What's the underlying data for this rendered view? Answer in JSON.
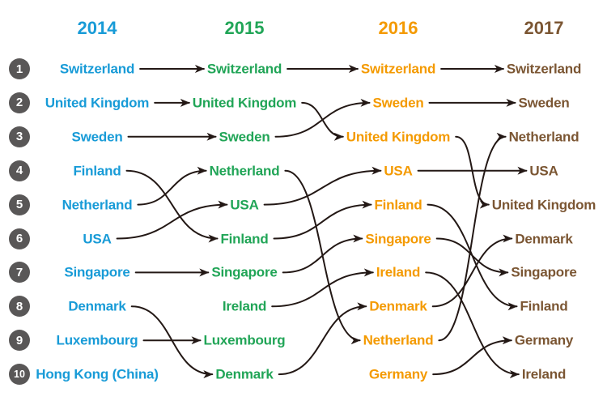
{
  "chart_data": {
    "type": "rank-flow-bump",
    "description": "Top 10 country ranking by year with arrows showing rank changes",
    "arrow_color": "#231815",
    "badge_color": "#595757",
    "badge_text_color": "#ffffff",
    "ranks": [
      "1",
      "2",
      "3",
      "4",
      "5",
      "6",
      "7",
      "8",
      "9",
      "10"
    ],
    "columns": [
      {
        "year": "2014",
        "color": "#189bd7",
        "items": [
          "Switzerland",
          "United Kingdom",
          "Sweden",
          "Finland",
          "Netherland",
          "USA",
          "Singapore",
          "Denmark",
          "Luxembourg",
          "Hong Kong (China)"
        ]
      },
      {
        "year": "2015",
        "color": "#21a557",
        "items": [
          "Switzerland",
          "United Kingdom",
          "Sweden",
          "Netherland",
          "USA",
          "Finland",
          "Singapore",
          "Ireland",
          "Luxembourg",
          "Denmark"
        ]
      },
      {
        "year": "2016",
        "color": "#f49a00",
        "items": [
          "Switzerland",
          "Sweden",
          "United Kingdom",
          "USA",
          "Finland",
          "Singapore",
          "Ireland",
          "Denmark",
          "Netherland",
          "Germany"
        ]
      },
      {
        "year": "2017",
        "color": "#7b5633",
        "items": [
          "Switzerland",
          "Sweden",
          "Netherland",
          "USA",
          "United Kingdom",
          "Denmark",
          "Singapore",
          "Finland",
          "Germany",
          "Ireland"
        ]
      }
    ],
    "transitions": [
      {
        "from_col": 0,
        "to_col": 1,
        "links": [
          [
            1,
            1
          ],
          [
            2,
            2
          ],
          [
            3,
            3
          ],
          [
            4,
            6
          ],
          [
            5,
            4
          ],
          [
            6,
            5
          ],
          [
            7,
            7
          ],
          [
            8,
            10
          ],
          [
            9,
            9
          ]
        ]
      },
      {
        "from_col": 1,
        "to_col": 2,
        "links": [
          [
            1,
            1
          ],
          [
            2,
            3
          ],
          [
            3,
            2
          ],
          [
            4,
            9
          ],
          [
            5,
            4
          ],
          [
            6,
            5
          ],
          [
            7,
            6
          ],
          [
            8,
            7
          ],
          [
            10,
            8
          ]
        ]
      },
      {
        "from_col": 2,
        "to_col": 3,
        "links": [
          [
            1,
            1
          ],
          [
            2,
            2
          ],
          [
            3,
            5
          ],
          [
            4,
            4
          ],
          [
            5,
            8
          ],
          [
            6,
            7
          ],
          [
            7,
            10
          ],
          [
            8,
            6
          ],
          [
            9,
            3
          ],
          [
            10,
            9
          ]
        ]
      }
    ]
  }
}
